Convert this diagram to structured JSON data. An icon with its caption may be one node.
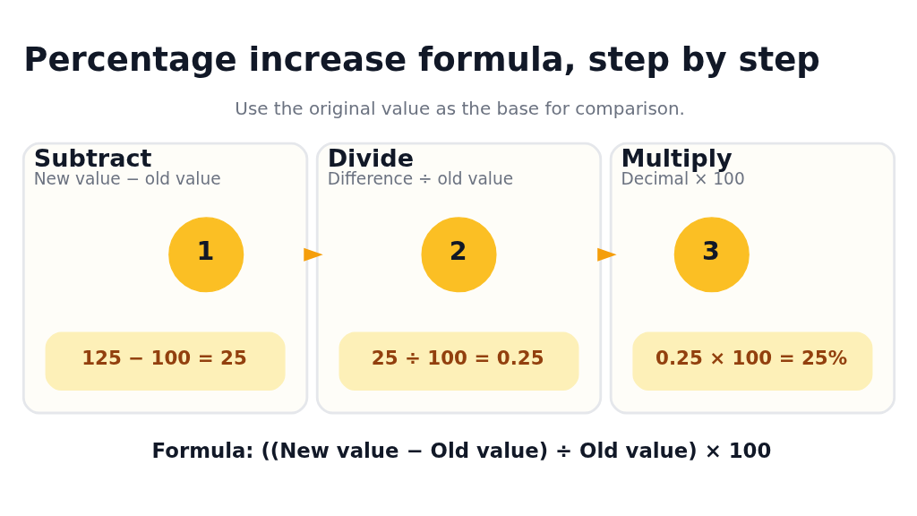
{
  "diagram": {
    "title": "Percentage increase formula, step by step",
    "nodes": [
      {
        "text": [
          "Subtract",
          "New value − old value"
        ]
      },
      {
        "text": [
          "1"
        ],
        "in": 0
      },
      {
        "text": [
          "125 − 100 = 25"
        ],
        "in": 0
      },
      {
        "text": [
          "Divide",
          "Difference ÷ old value"
        ]
      },
      {
        "text": [
          "2"
        ],
        "in": 3
      },
      {
        "text": [
          "25 ÷ 100 = 0.25"
        ],
        "in": 3
      },
      {
        "text": [
          "Multiply",
          "Decimal × 100"
        ]
      },
      {
        "text": [
          "3"
        ],
        "in": 6
      },
      {
        "text": [
          "0.25 × 100 = 25%"
        ],
        "in": 6
      }
    ],
    "edges": [
      {
        "from": 0,
        "to": 3,
        "arrow": "to"
      },
      {
        "from": 3,
        "to": 6,
        "arrow": "to"
      }
    ],
    "labels": [
      "Use the original value as the base for comparison.",
      "Formula: ((New value − Old value) ÷ Old value) × 100"
    ]
  }
}
